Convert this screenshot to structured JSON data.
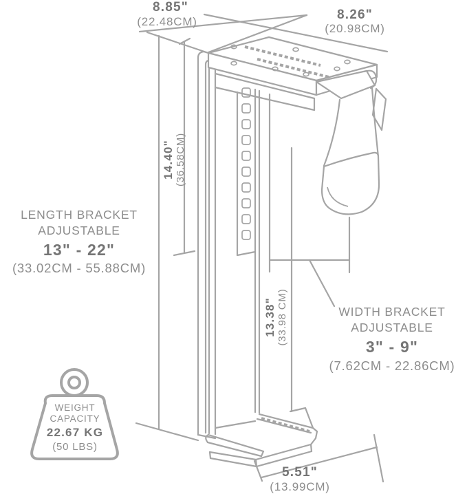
{
  "page": {
    "background": "#ffffff"
  },
  "colors": {
    "line": "#a5a5a5",
    "text": "#8d8d8d",
    "text_bold": "#757575"
  },
  "dimensions": {
    "top_width": {
      "inches": "8.85\"",
      "cm": "(22.48CM)"
    },
    "top_depth": {
      "inches": "8.26\"",
      "cm": "(20.98CM)"
    },
    "upper_height": {
      "inches": "14.40\"",
      "cm": "(36.58CM)"
    },
    "lower_height": {
      "inches": "13.38\"",
      "cm": "(33.98 CM)"
    },
    "foot_depth": {
      "inches": "5.51\"",
      "cm": "(13.99CM)"
    }
  },
  "length_bracket": {
    "title_line1": "LENGTH BRACKET",
    "title_line2": "ADJUSTABLE",
    "range_inches": "13\" - 22\"",
    "range_cm": "(33.02CM - 55.88CM)"
  },
  "width_bracket": {
    "title_line1": "WIDTH BRACKET",
    "title_line2": "ADJUSTABLE",
    "range_inches": "3\" - 9\"",
    "range_cm": "(7.62CM - 22.86CM)"
  },
  "weight_capacity": {
    "label_line1": "WEIGHT",
    "label_line2": "CAPACITY",
    "value_kg": "22.67 KG",
    "value_lbs": "(50 LBS)"
  }
}
